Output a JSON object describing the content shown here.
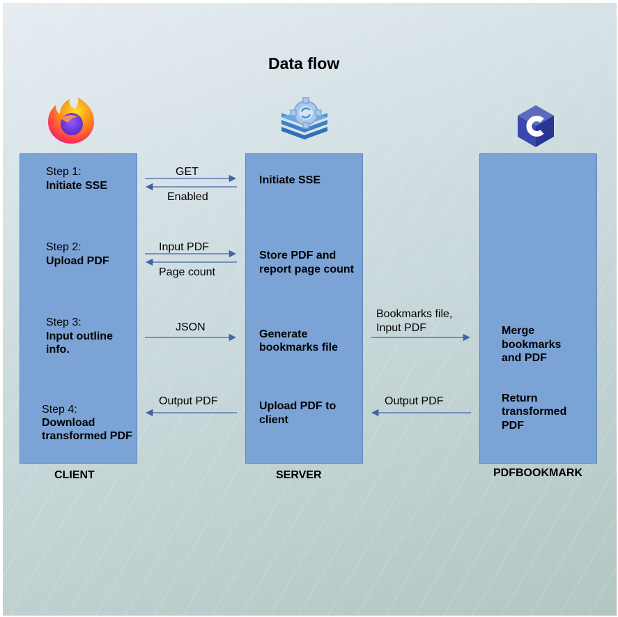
{
  "title": "Data flow",
  "icons": {
    "client": "firefox-icon",
    "server": "server-gear-stack-icon",
    "pdfbookmark": "c-language-icon"
  },
  "colors": {
    "box_fill": "#7ba3d6",
    "box_border": "#5f86b8",
    "arrow": "#3f63a6"
  },
  "client": {
    "label": "CLIENT",
    "steps": [
      {
        "line1": "Step 1:",
        "line2": "Initiate SSE",
        "line3": ""
      },
      {
        "line1": "Step 2:",
        "line2": "Upload PDF",
        "line3": ""
      },
      {
        "line1": "Step 3:",
        "line2": "Input outline",
        "line3": "info."
      },
      {
        "line1": "Step 4:",
        "line2": "Download",
        "line3": "transformed PDF"
      }
    ]
  },
  "server": {
    "label": "SERVER",
    "items": [
      {
        "line1": "Initiate SSE",
        "line2": ""
      },
      {
        "line1": "Store PDF and",
        "line2": "report page count"
      },
      {
        "line1": "Generate",
        "line2": "bookmarks file"
      },
      {
        "line1": "Upload PDF to",
        "line2": "client"
      }
    ]
  },
  "pdfbookmark": {
    "label": "PDFBOOKMARK",
    "items": [
      {
        "line1": "Merge",
        "line2": "bookmarks",
        "line3": "and PDF"
      },
      {
        "line1": "Return",
        "line2": "transformed",
        "line3": "PDF"
      }
    ]
  },
  "arrows": {
    "get": "GET",
    "enabled": "Enabled",
    "input_pdf": "Input PDF",
    "page_count": "Page count",
    "json": "JSON",
    "output_pdf_client": "Output PDF",
    "bookmarks_line1": "Bookmarks file,",
    "bookmarks_line2": "Input PDF",
    "output_pdf_server": "Output PDF"
  }
}
